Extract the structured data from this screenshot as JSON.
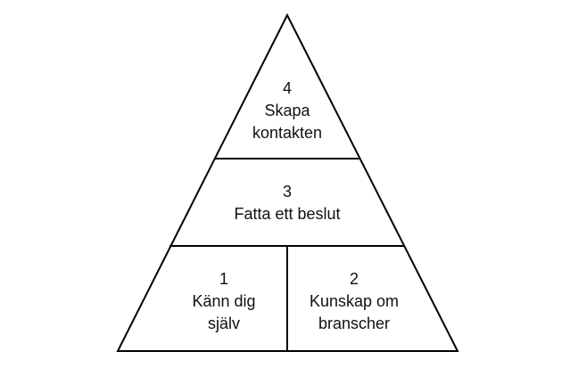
{
  "diagram": {
    "levels": [
      {
        "number": "4",
        "lines": [
          "Skapa",
          "kontakten"
        ]
      },
      {
        "number": "3",
        "lines": [
          "Fatta ett beslut"
        ]
      },
      {
        "number": "1",
        "lines": [
          "Känn dig",
          "själv"
        ]
      },
      {
        "number": "2",
        "lines": [
          "Kunskap om",
          "branscher"
        ]
      }
    ],
    "stroke_color": "#000000"
  }
}
